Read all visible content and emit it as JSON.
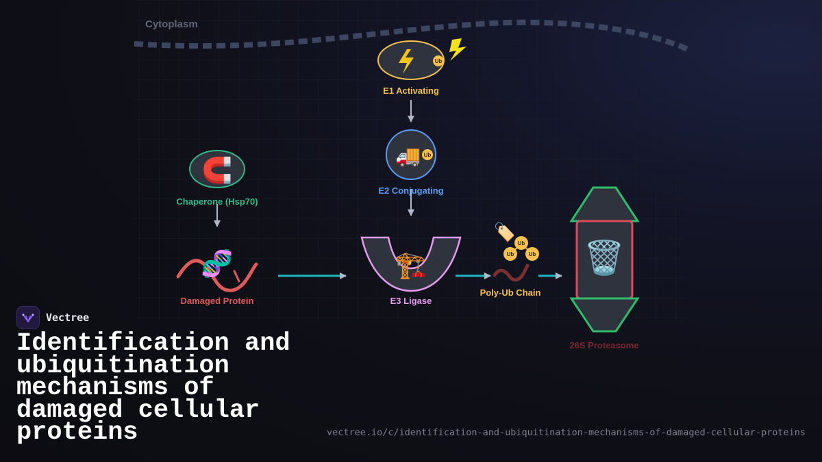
{
  "diagram": {
    "compartment_label": "Cytoplasm",
    "nodes": {
      "e1": {
        "label": "E1 Activating",
        "icon": "lightning-icon",
        "tag": "Ub",
        "color": "#f6c04e"
      },
      "e2": {
        "label": "E2 Conjugating",
        "icon": "delivery-truck-icon",
        "tag": "Ub",
        "color": "#5b9cf2"
      },
      "chaperone": {
        "label": "Chaperone (Hsp70)",
        "icon": "magnet-icon",
        "color": "#2ebd8a"
      },
      "damaged": {
        "label": "Damaged Protein",
        "icon": "dna-icon",
        "color": "#e05a5a"
      },
      "e3": {
        "label": "E3 Ligase",
        "icon": "crane-icon",
        "color": "#e59cf0"
      },
      "polyub": {
        "label": "Poly-Ub Chain",
        "icon": "tag-icon",
        "tags": [
          "Ub",
          "Ub",
          "Ub"
        ],
        "color": "#f6c04e"
      },
      "proteasome": {
        "label": "26S Proteasome",
        "icon": "trash-can-icon",
        "cap_color": "#2ebd6a",
        "core_color": "#e04a5a",
        "label_color": "#7a2830"
      }
    },
    "arrow_color": "#1fb8c0",
    "connector_color": "#b0b8c8"
  },
  "brand": {
    "name": "Vectree",
    "icon": "vectree-logo-icon"
  },
  "title": "Identification and ubiquitination mechanisms of damaged cellular proteins",
  "url": "vectree.io/c/identification-and-ubiquitination-mechanisms-of-damaged-cellular-proteins"
}
